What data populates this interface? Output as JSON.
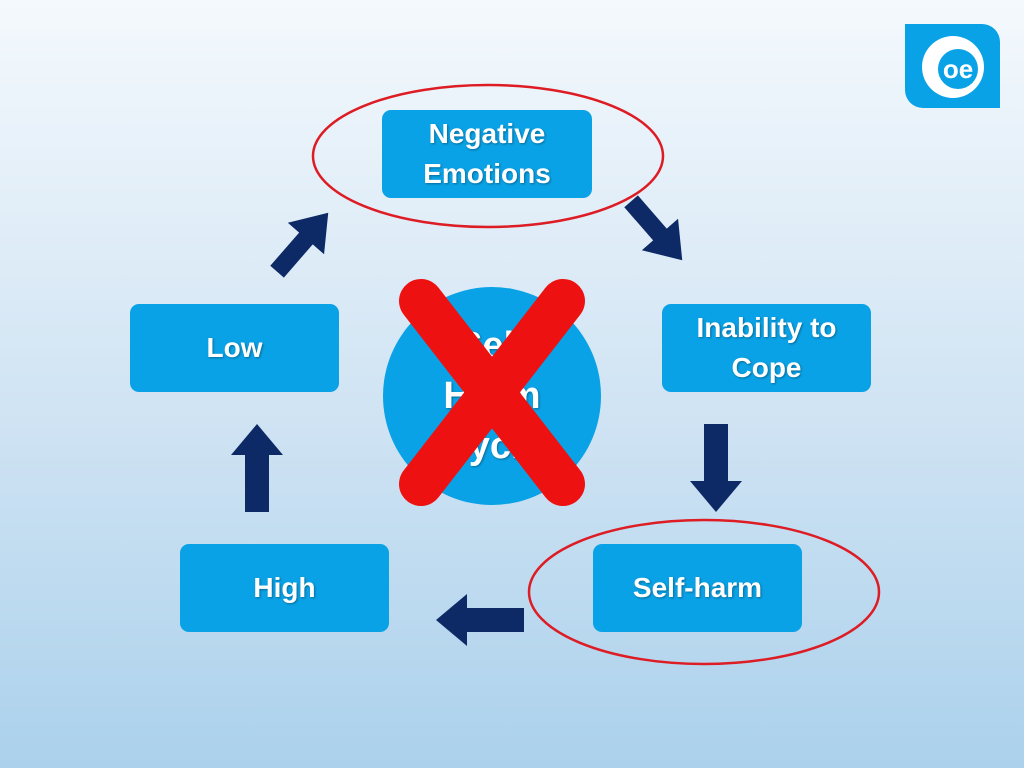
{
  "diagram": {
    "nodes": {
      "negative_emotions": "Negative Emotions",
      "inability_to_cope": "Inability to Cope",
      "self_harm": "Self-harm",
      "high": "High",
      "low": "Low"
    },
    "center": {
      "label": "Self\nHarm\nCycle"
    }
  },
  "logo": {
    "text": "oe"
  },
  "colors": {
    "box": "#0aa2e6",
    "arrow": "#0d2a66",
    "highlight_ring": "#dd1c24",
    "cross": "#ee1111"
  }
}
